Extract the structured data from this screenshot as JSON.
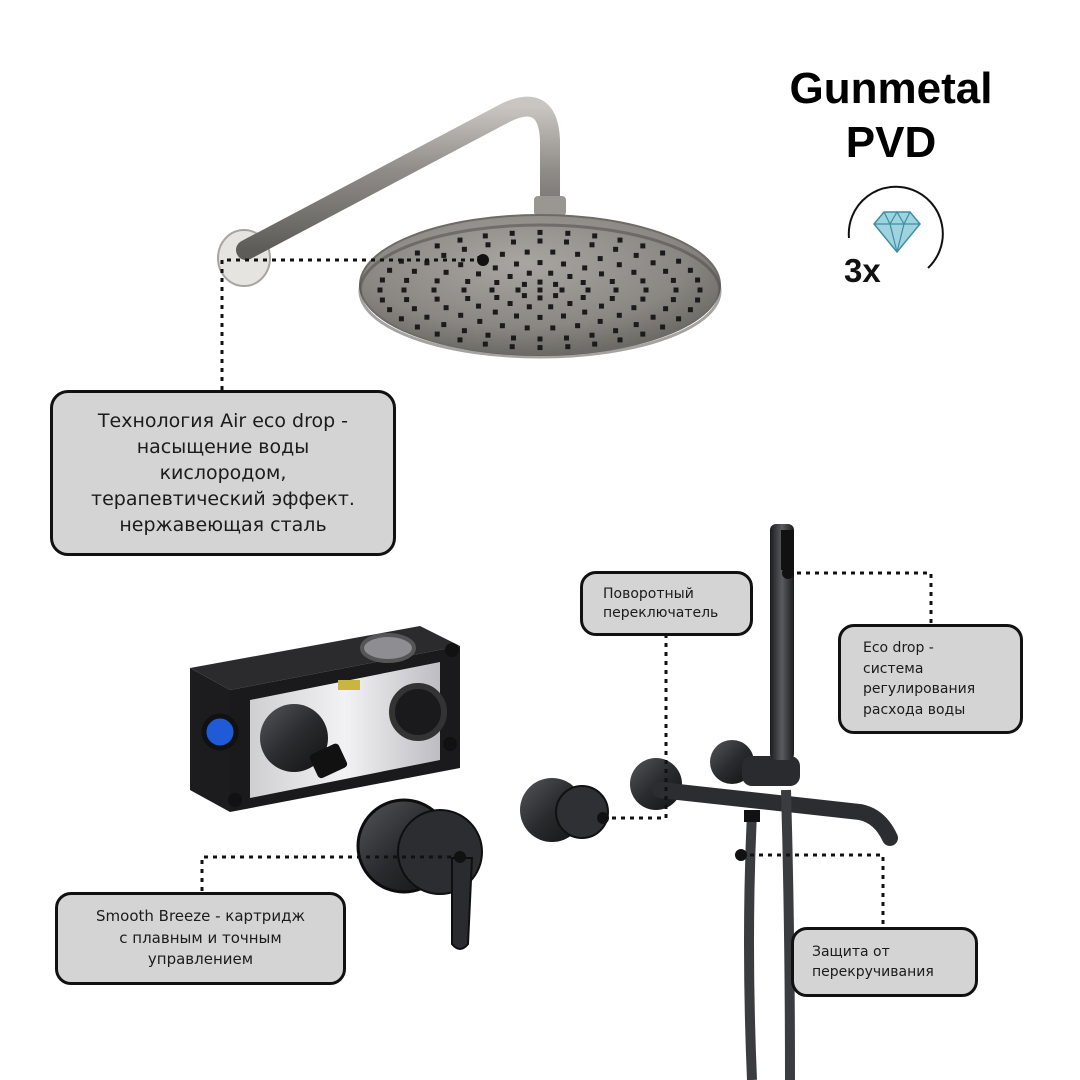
{
  "title": {
    "line1": "Gunmetal",
    "line2": "PVD"
  },
  "badge": {
    "icon": "diamond-icon",
    "multiplier": "3x"
  },
  "callouts": {
    "air_eco_drop": "Технология Air eco drop -\nнасыщение воды\nкислородом,\nтерапевтический эффект.\nнержавеющая сталь",
    "rotary_switch": "Поворотный\nпереключатель",
    "eco_drop": "Eco drop -\nсистема\nрегулирования\nрасхода воды",
    "smooth_breeze": "Smooth Breeze - картридж\nс плавным и точным\nуправлением",
    "anti_twist": "Защита от\nперекручивания"
  },
  "colors": {
    "callout_fill": "#d4d4d4",
    "callout_border": "#111111",
    "finish_gunmetal": "#3a3a3c",
    "steel": "#8f8c88",
    "diamond": "#9fd3df",
    "connector_seal": "#1f5bd6"
  }
}
